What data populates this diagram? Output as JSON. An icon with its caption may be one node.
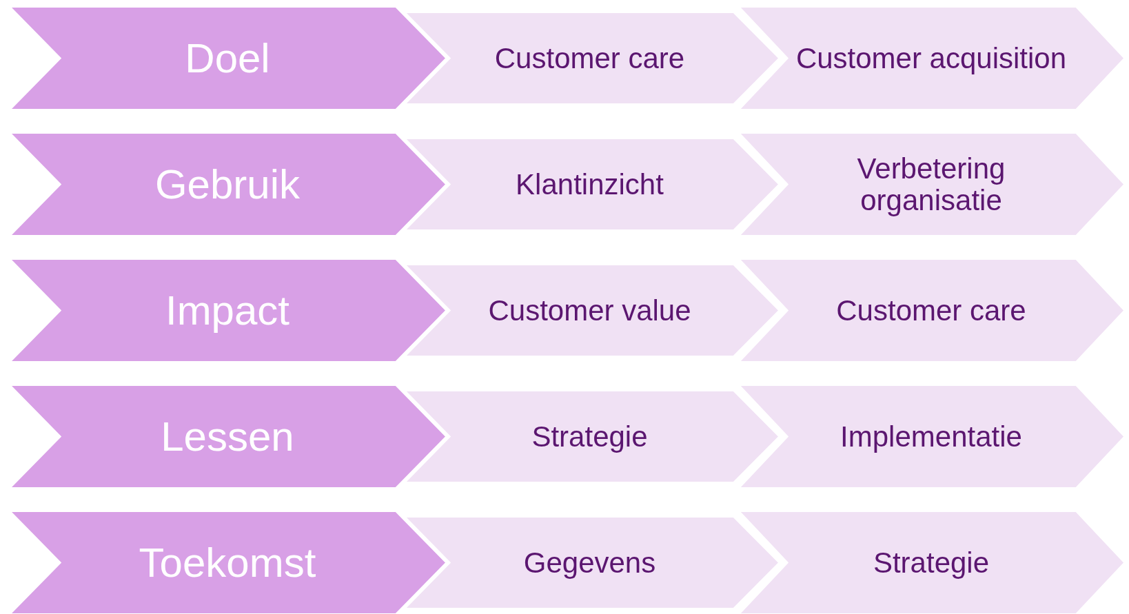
{
  "diagram": {
    "nodes": [
      {
        "text": [
          "Doel"
        ]
      },
      {
        "text": [
          "Customer care"
        ]
      },
      {
        "text": [
          "Customer acquisition"
        ]
      },
      {
        "text": [
          "Gebruik"
        ]
      },
      {
        "text": [
          "Klantinzicht"
        ]
      },
      {
        "text": [
          "Verbetering organisatie"
        ]
      },
      {
        "text": [
          "Impact"
        ]
      },
      {
        "text": [
          "Customer value"
        ]
      },
      {
        "text": [
          "Customer care"
        ]
      },
      {
        "text": [
          "Lessen"
        ]
      },
      {
        "text": [
          "Strategie"
        ]
      },
      {
        "text": [
          "Implementatie"
        ]
      },
      {
        "text": [
          "Toekomst"
        ]
      },
      {
        "text": [
          "Gegevens"
        ]
      },
      {
        "text": [
          "Strategie"
        ]
      }
    ]
  }
}
